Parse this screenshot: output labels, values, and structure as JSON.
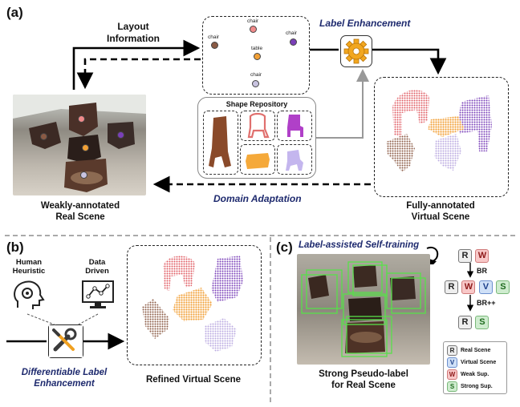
{
  "panels": {
    "a": "(a)",
    "b": "(b)",
    "c": "(c)"
  },
  "a": {
    "layout_info": "Layout\nInformation",
    "label_enhancement": "Label Enhancement",
    "shape_repository": "Shape Repository",
    "domain_adaptation": "Domain Adaptation",
    "weakly_annotated": "Weakly-annotated\nReal Scene",
    "fully_annotated": "Fully-annotated\nVirtual Scene",
    "layout_labels": {
      "chair1": "chair",
      "chair2": "chair",
      "chair3": "chair",
      "chair4": "chair",
      "table": "table"
    }
  },
  "b": {
    "human_heuristic": "Human\nHeuristic",
    "data_driven": "Data\nDriven",
    "diff_label": "Differentiable Label\nEnhancement",
    "refined": "Refined Virtual Scene"
  },
  "c": {
    "self_training": "Label-assisted Self-training",
    "strong_pseudo": "Strong Pseudo-label\nfor Real Scene",
    "br": "BR",
    "br_pp": "BR++",
    "legend": [
      {
        "chip": "R",
        "text": "Real Scene"
      },
      {
        "chip": "V",
        "text": "Virtual Scene"
      },
      {
        "chip": "W",
        "text": "Weak Sup."
      },
      {
        "chip": "S",
        "text": "Strong Sup."
      }
    ],
    "chip_rows": {
      "row1": [
        "R",
        "W"
      ],
      "row2": [
        "R",
        "W",
        "V",
        "S"
      ],
      "row3": [
        "R",
        "S"
      ]
    }
  },
  "colors": {
    "chair_red": "#e05c63",
    "chair_purple": "#7a3fb8",
    "table_orange": "#f2a036",
    "chair_brown": "#8a5a44",
    "chair_lavender": "#b9a9e0",
    "accent_blue": "#1e2a6e",
    "box_green": "#58e04a"
  }
}
